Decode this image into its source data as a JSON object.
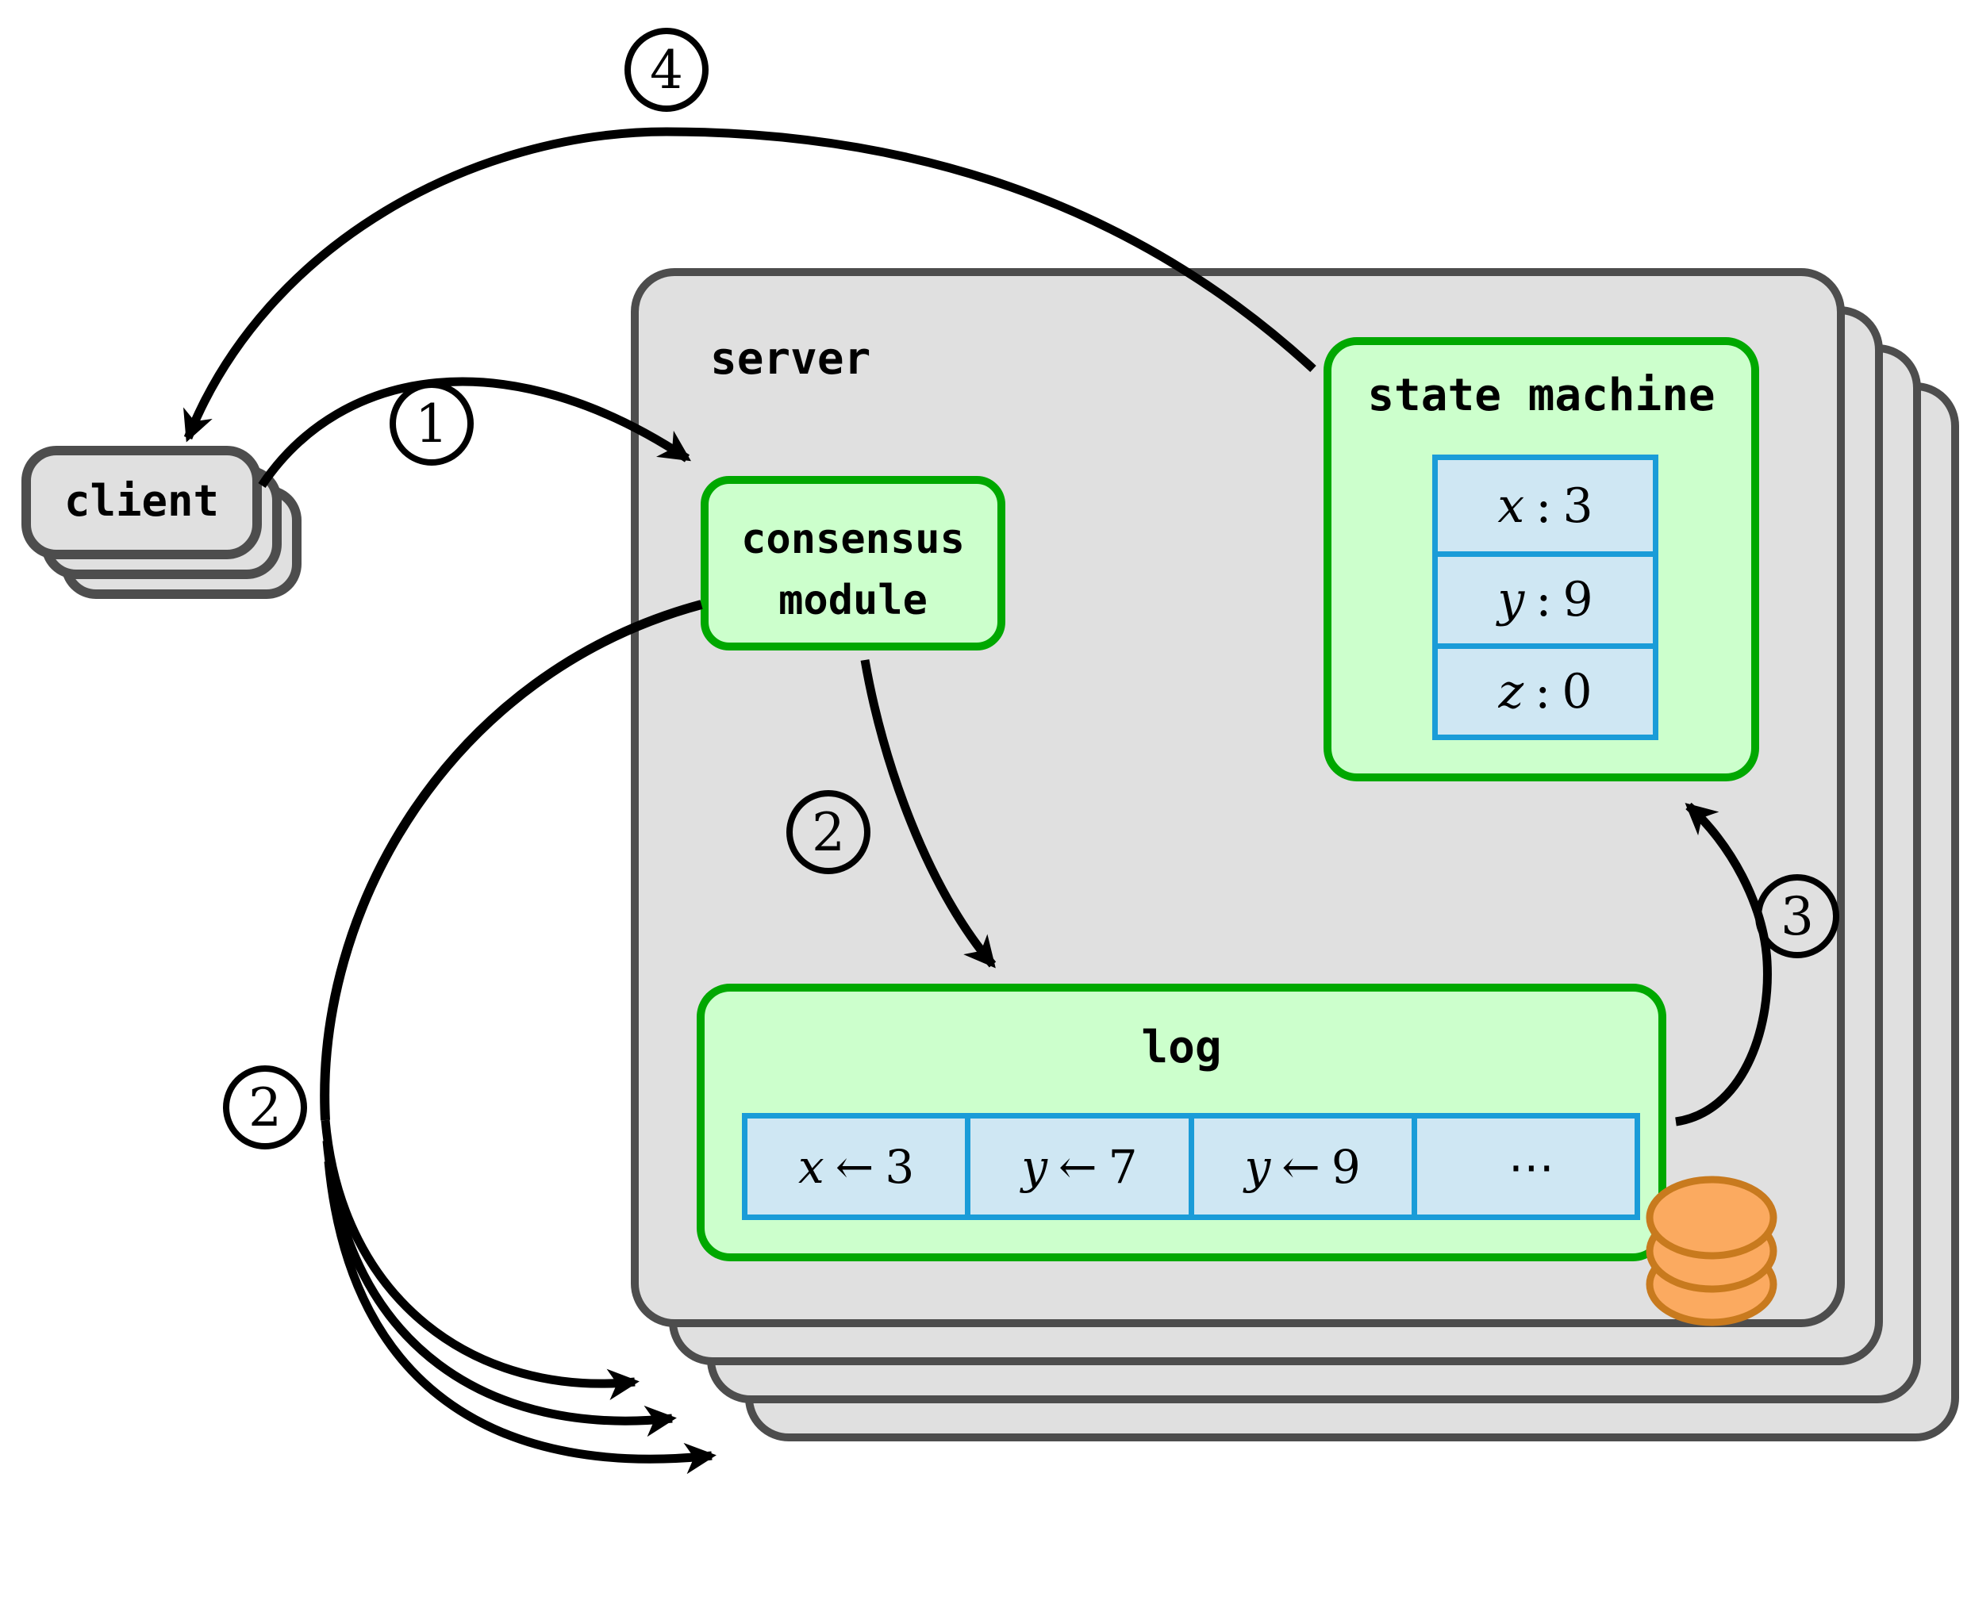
{
  "diagram": {
    "title_hint": "Raft replicated state machine architecture",
    "client": {
      "label": "client"
    },
    "server": {
      "label": "server"
    },
    "consensus": {
      "line1": "consensus",
      "line2": "module"
    },
    "state_machine": {
      "title": "state machine",
      "rows": [
        {
          "var": "x",
          "sep": ":",
          "val": "3"
        },
        {
          "var": "y",
          "sep": ":",
          "val": "9"
        },
        {
          "var": "z",
          "sep": ":",
          "val": "0"
        }
      ]
    },
    "log": {
      "title": "log",
      "entries": [
        {
          "var": "x",
          "op": "←",
          "val": "3"
        },
        {
          "var": "y",
          "op": "←",
          "val": "7"
        },
        {
          "var": "y",
          "op": "←",
          "val": "9"
        },
        {
          "var": "",
          "op": "⋯",
          "val": ""
        }
      ]
    },
    "steps": {
      "one": "1",
      "two": "2",
      "three": "3",
      "four": "4"
    },
    "icons": {
      "database": "database-cylinder-icon"
    },
    "colors": {
      "box_gray_fill": "#e0e0e0",
      "box_gray_border": "#4d4d4d",
      "module_green_fill": "#ccffcc",
      "module_green_border": "#00a800",
      "cell_blue_fill": "#cfe7f3",
      "cell_blue_border": "#1a9cd8",
      "db_orange_fill": "#fbaa60",
      "db_orange_border": "#c87a1e",
      "line_black": "#000000",
      "background": "#ffffff"
    }
  }
}
